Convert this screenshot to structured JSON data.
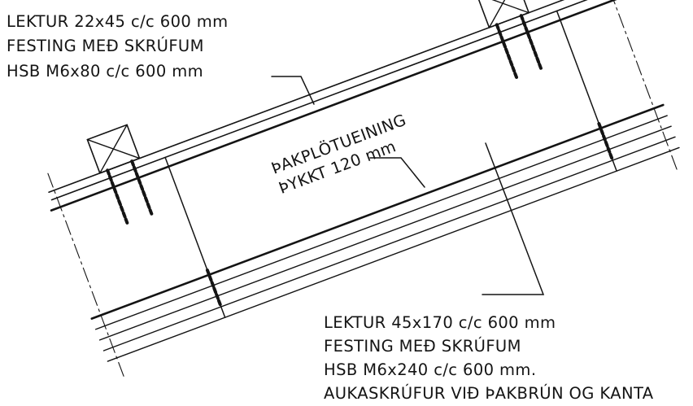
{
  "labels": {
    "top_batten": {
      "line1": "LEKTUR 22x45 c/c 600 mm",
      "line2": "FESTING MEÐ SKRÚFUM",
      "line3": "HSB M6x80 c/c 600 mm"
    },
    "panel": {
      "line1": "ÞAKPLÖTUEINING",
      "line2": "ÞYKKT 120 mm"
    },
    "bottom_batten": {
      "line1": "LEKTUR 45x170 c/c 600 mm",
      "line2": "FESTING MEÐ SKRÚFUM",
      "line3": "HSB M6x240 c/c 600 mm.",
      "line4": "AUKASKRÚFUR VIÐ ÞAKBRÚN OG KANTA"
    }
  },
  "colors": {
    "ink": "#141414",
    "background": "#ffffff"
  }
}
